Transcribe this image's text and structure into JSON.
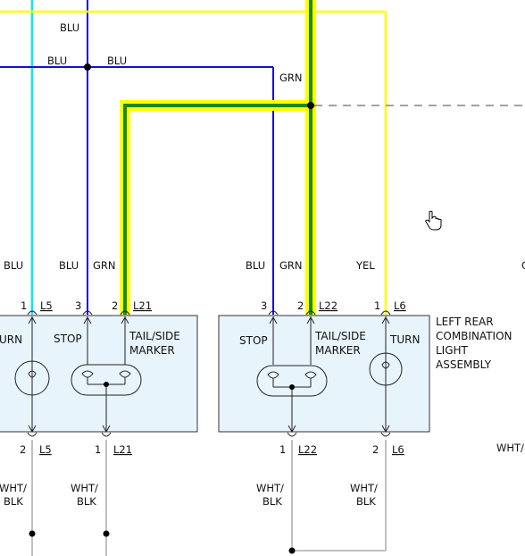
{
  "colors": {
    "blu": "#1010d8",
    "lt_blu": "#00e5ff",
    "grn_core": "#1a8a1a",
    "grn_highlight": "#ffff00",
    "yel": "#ffff00",
    "wht_blk": "#c0c0c0",
    "box_fill": "#e8f4fc",
    "box_stroke": "#333333"
  },
  "wire_labels": {
    "top_blu": "BLU",
    "mid_blu_left": "BLU",
    "mid_blu_right": "BLU",
    "grn_top": "GRN",
    "l_blu_1": "BLU",
    "l_blu_2": "BLU",
    "l_grn": "GRN",
    "r_blu": "BLU",
    "r_grn": "GRN",
    "r_yel": "YEL",
    "edge_g": "G",
    "wht_blk_1": [
      "WHT/",
      "BLK"
    ],
    "wht_blk_2": [
      "WHT/",
      "BLK"
    ],
    "wht_blk_3": [
      "WHT/",
      "BLK"
    ],
    "wht_blk_4": [
      "WHT/",
      "BLK"
    ],
    "wht_edge": "WHT/"
  },
  "left_assembly": {
    "pins_top": [
      {
        "pin": "1",
        "conn": "L5"
      },
      {
        "pin": "3",
        "conn": ""
      },
      {
        "pin": "2",
        "conn": "L21"
      }
    ],
    "labels": {
      "turn": "URN",
      "stop": "STOP",
      "tail_1": "TAIL/SIDE",
      "tail_2": "MARKER"
    },
    "pins_bottom": [
      {
        "pin": "2",
        "conn": "L5"
      },
      {
        "pin": "1",
        "conn": "L21"
      }
    ]
  },
  "right_assembly": {
    "pins_top": [
      {
        "pin": "3",
        "conn": ""
      },
      {
        "pin": "2",
        "conn": "L22"
      },
      {
        "pin": "1",
        "conn": "L6"
      }
    ],
    "labels": {
      "stop": "STOP",
      "tail_1": "TAIL/SIDE",
      "tail_2": "MARKER",
      "turn": "TURN"
    },
    "pins_bottom": [
      {
        "pin": "1",
        "conn": "L22"
      },
      {
        "pin": "2",
        "conn": "L6"
      }
    ],
    "title": [
      "LEFT REAR",
      "COMBINATION",
      "LIGHT",
      "ASSEMBLY"
    ]
  }
}
